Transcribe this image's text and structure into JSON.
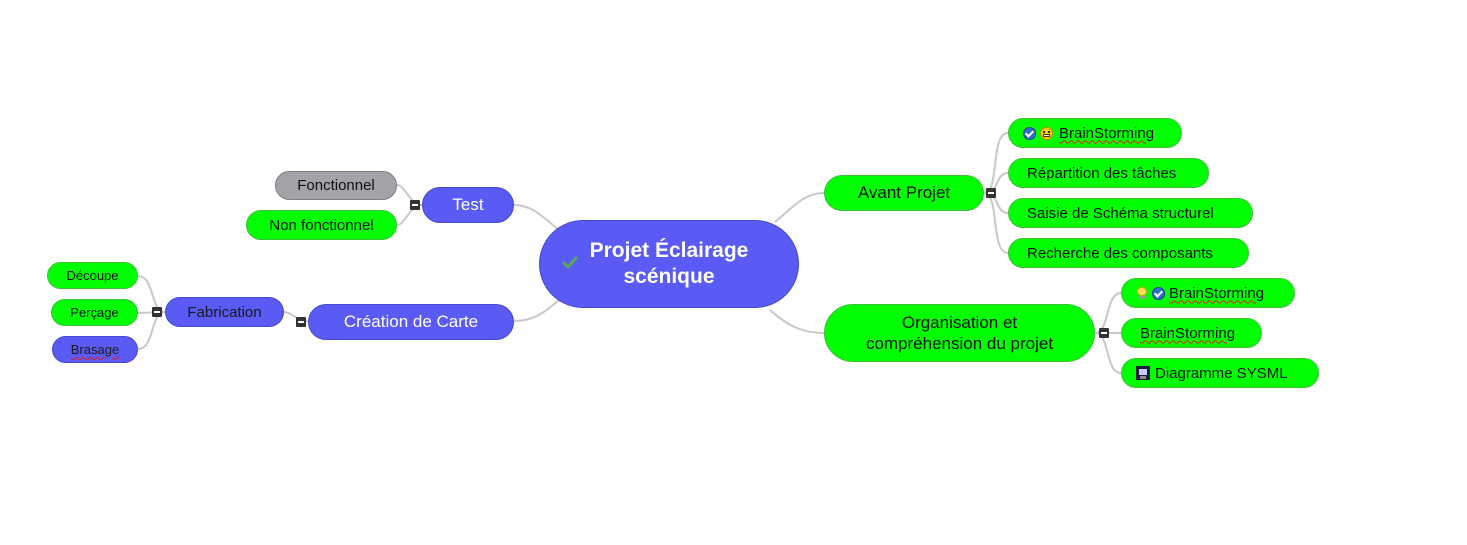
{
  "mindmap": {
    "root": {
      "line1": "Projet Éclairage",
      "line2": "scénique",
      "icon": "check-icon"
    },
    "test": {
      "label": "Test",
      "children": {
        "fonctionnel": "Fonctionnel",
        "non_fonctionnel": "Non fonctionnel"
      }
    },
    "creation": {
      "label": "Création de Carte",
      "fabrication": {
        "label": "Fabrication",
        "children": {
          "decoupe": "Découpe",
          "percage": "Perçage",
          "brasage": "Brasage"
        }
      }
    },
    "avant": {
      "label": "Avant Projet",
      "children": {
        "brainstorming": "BrainStorming",
        "repartition": "Répartition des tâches",
        "saisie": "Saisie de Schéma structurel",
        "recherche": "Recherche des composants"
      }
    },
    "organisation": {
      "line1": "Organisation et",
      "line2": "compréhension du projet",
      "children": {
        "brainstorming1": "BrainStorming",
        "brainstorming2": "BrainStorming",
        "sysml": "Diagramme SYSML"
      }
    }
  },
  "colors": {
    "green": "#00ff00",
    "blue": "#5a5af5",
    "gray": "#a3a3a8",
    "link": "#c8c8c8"
  }
}
